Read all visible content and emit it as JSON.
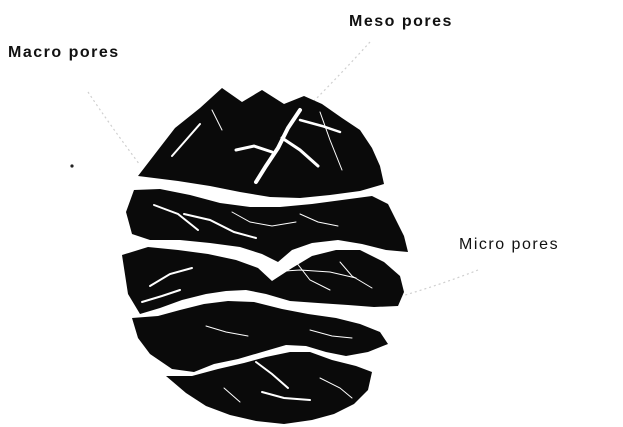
{
  "labels": {
    "macro": "Macro pores",
    "meso": "Meso pores",
    "micro": "Micro pores"
  },
  "colors": {
    "particle": "#0a0a0a",
    "pore": "#ffffff",
    "leader_line": "#cfcfcf",
    "text": "#111111"
  }
}
